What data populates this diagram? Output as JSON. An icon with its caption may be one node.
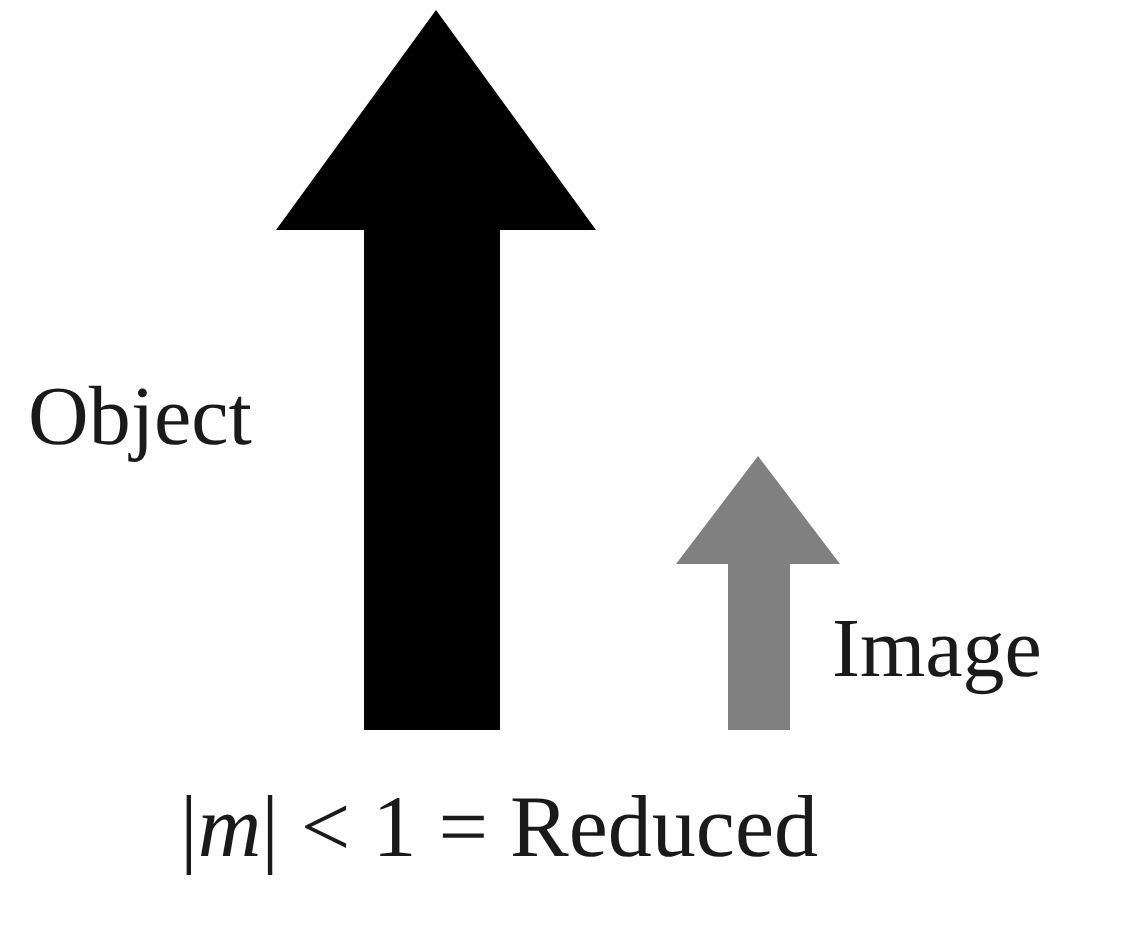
{
  "diagram": {
    "caption": "|*m*| < 1 = Reduced",
    "labels": [
      "Object",
      "Image"
    ]
  }
}
